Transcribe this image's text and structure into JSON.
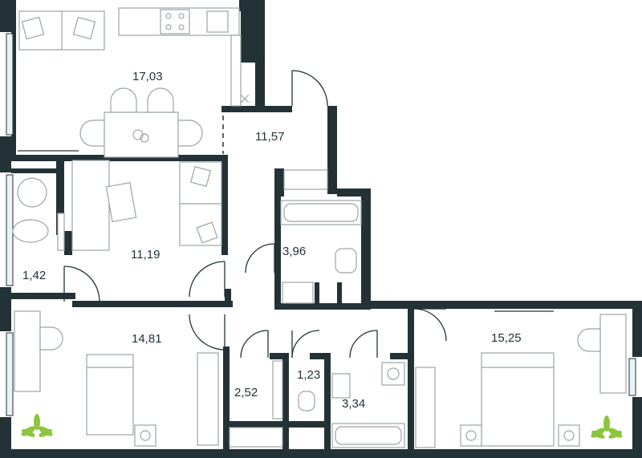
{
  "plan": {
    "rooms": [
      {
        "id": "kitchen-living",
        "area": "17,03"
      },
      {
        "id": "hallway",
        "area": "11,57"
      },
      {
        "id": "bedroom-office",
        "area": "11,19"
      },
      {
        "id": "balcony",
        "area": "1,42"
      },
      {
        "id": "bathroom",
        "area": "3,96"
      },
      {
        "id": "bedroom-left",
        "area": "14,81"
      },
      {
        "id": "wardrobe",
        "area": "2,52"
      },
      {
        "id": "toilet",
        "area": "1,23"
      },
      {
        "id": "bathroom-small",
        "area": "3,34"
      },
      {
        "id": "bedroom-right",
        "area": "15,25"
      }
    ],
    "colors": {
      "wall": "#233236",
      "furniture": "#9aa4a6",
      "plant": "#8cc63f",
      "glass": "#e8f3f6"
    }
  }
}
